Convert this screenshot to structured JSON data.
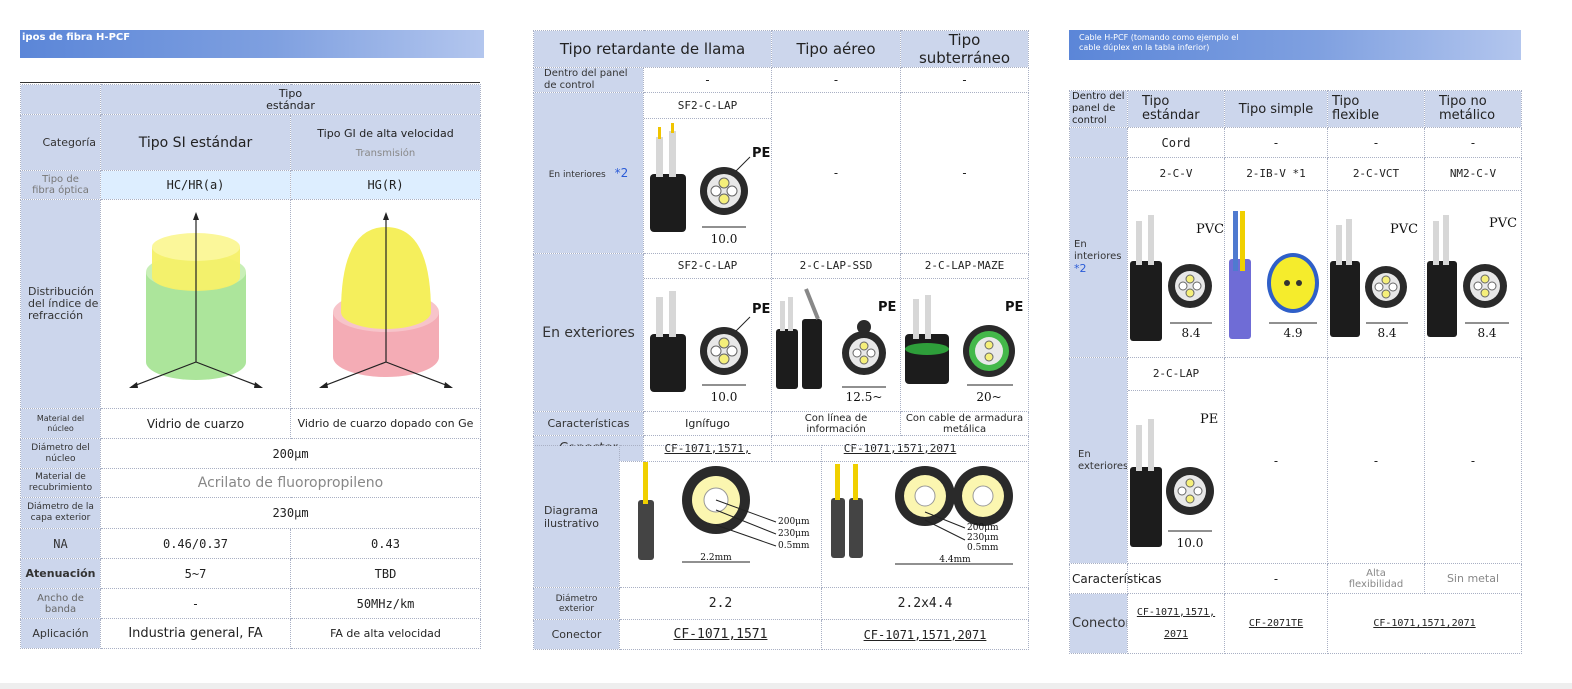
{
  "panel1": {
    "title": "ipos de fibra H-PCF",
    "header_top": "Tipo\nestándar",
    "category_label": "Categoría",
    "col1_header": "Tipo SI estándar",
    "col2_header": "Tipo GI de alta velocidad",
    "col2_sub": "Transmisión",
    "rows": {
      "fiber_type": {
        "label": "Tipo de\nfibra óptica",
        "c1": "HC/HR(a)",
        "c2": "HG(R)"
      },
      "distribution": {
        "label": "Distribución\ndel índice de\nrefracción"
      },
      "core_material": {
        "label": "Material del\nnúcleo",
        "c1": "Vidrio de cuarzo",
        "c2": "Vidrio de cuarzo dopado con Ge"
      },
      "core_diameter": {
        "label": "Diámetro del\nnúcleo",
        "value": "200μm"
      },
      "cladding_material": {
        "label": "Material de\nrecubrimiento",
        "value": "Acrilato de fluoropropileno"
      },
      "outer_diameter": {
        "label": "Diámetro de la\ncapa exterior",
        "value": "230μm"
      },
      "na": {
        "label": "NA",
        "c1": "0.46/0.37",
        "c2": "0.43"
      },
      "attenuation": {
        "label": "Atenuación",
        "c1": "5~7",
        "c2": "TBD"
      },
      "bandwidth": {
        "label": "Ancho de\nbanda",
        "c1": "-",
        "c2": "50MHz/km"
      },
      "application": {
        "label": "Aplicación",
        "c1": "Industria general, FA",
        "c2": "FA de alta velocidad"
      }
    }
  },
  "panel2": {
    "headers": {
      "flame": "Tipo retardante de llama",
      "aerial": "Tipo aéreo",
      "underground": "Tipo subterráneo"
    },
    "row_control": {
      "label": "Dentro del panel\nde control",
      "c1": "-",
      "c2": "-",
      "c3": "-"
    },
    "row_indoor": {
      "label": "En interiores",
      "mark": "*2",
      "model": "SF2-C-LAP",
      "c2": "-",
      "c3": "-",
      "sheath": "PE",
      "dim": "10.0"
    },
    "row_outdoor": {
      "label": "En exteriores",
      "models": [
        "SF2-C-LAP",
        "2-C-LAP-SSD",
        "2-C-LAP-MAZE"
      ],
      "sheaths": [
        "PE",
        "PE",
        "PE"
      ],
      "dims": [
        "10.0",
        "12.5~",
        "20~"
      ]
    },
    "row_features": {
      "label": "Características",
      "c1": "Ignífugo",
      "c2": "Con línea de\ninformación",
      "c3": "Con cable de armadura\nmetálica"
    },
    "row_connector": {
      "label": "Conector",
      "c1": "CF-1071,1571,",
      "c23": "CF-1071,1571,2071"
    },
    "lower": {
      "diagram_label": "Diagrama\nilustrativo",
      "dims_single": [
        "200μm",
        "230μm",
        "0.5mm",
        "2.2mm"
      ],
      "dims_dual": [
        "200μm",
        "230μm",
        "0.5mm",
        "4.4mm"
      ],
      "outer_label": "Diámetro\nexterior",
      "outer_c1": "2.2",
      "outer_c2": "2.2x4.4",
      "conn_label": "Conector",
      "conn_c1": "CF-1071,1571",
      "conn_c2": "CF-1071,1571,2071"
    }
  },
  "panel3": {
    "title": "Cable H-PCF (tomando como ejemplo el\ncable dúplex en la tabla inferior)",
    "headers": {
      "row_label": "Dentro del\npanel de\ncontrol",
      "standard": "Tipo\nestándar",
      "simple": "Tipo simple",
      "flexible": "Tipo\nflexible",
      "nonmetal": "Tipo no\nmetálico"
    },
    "row_control": {
      "c1": "Cord",
      "c2": "-",
      "c3": "-",
      "c4": "-"
    },
    "row_indoor": {
      "label": "En\ninteriores",
      "mark": "*2",
      "models": [
        "2-C-V",
        "2-IB-V  *1",
        "2-C-VCT",
        "NM2-C-V"
      ],
      "sheaths": [
        "PVC",
        "",
        "PVC",
        "PVC"
      ],
      "dims": [
        "8.4",
        "4.9",
        "8.4",
        "8.4"
      ]
    },
    "row_outdoor": {
      "label": "En\nexteriores",
      "model": "2-C-LAP",
      "sheath": "PE",
      "dim": "10.0",
      "c2": "-",
      "c3": "-",
      "c4": "-"
    },
    "row_features": {
      "label": "Características",
      "c1": "-",
      "c2": "-",
      "c3": "Alta\nflexibilidad",
      "c4": "Sin metal"
    },
    "row_connector": {
      "label": "Conector",
      "c1": "CF-1071,1571,\n2071",
      "c2": "CF-2071TE",
      "c34": "CF-1071,1571,2071"
    }
  }
}
